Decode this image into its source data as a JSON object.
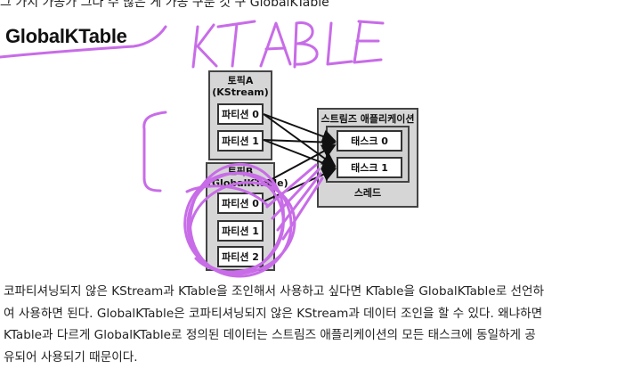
{
  "top_cut_text": "그 가지 가공가 그다 수 많은 게 가공 구분 것 구 GlobalKTable",
  "heading": "GlobalKTable",
  "diagram": {
    "topic_a": {
      "title_line1": "토픽A",
      "title_line2": "(KStream)",
      "partitions": [
        "파티션 0",
        "파티션 1"
      ]
    },
    "topic_b": {
      "title_line1": "토픽B",
      "title_line2": "(GlobalKTable)",
      "partitions": [
        "파티션 0",
        "파티션 1",
        "파티션 2"
      ]
    },
    "app": {
      "title": "스트림즈 애플리케이션",
      "tasks": [
        "태스크 0",
        "태스크 1"
      ],
      "thread": "스레드"
    }
  },
  "paragraph_lines": [
    "코파티셔닝되지 않은 KStream과 KTable을 조인해서 사용하고 싶다면 KTable을 GlobalKTable로 선언하",
    "여 사용하면 된다. GlobalKTable은 코파티셔닝되지 않은 KStream과 데이터 조인을 할 수 있다. 왜냐하면",
    "KTable과 다르게 GlobalKTable로 정의된 데이터는 스트림즈 애플리케이션의 모든 태스크에 동일하게 공",
    "유되어 사용되기 때문이다."
  ],
  "annotation_colors": {
    "pen": "#c86ce8"
  },
  "handwritten_text": "KTABLE"
}
